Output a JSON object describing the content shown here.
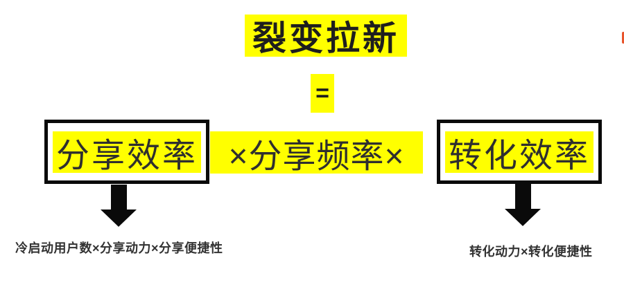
{
  "title": {
    "text": "裂变拉新"
  },
  "equals": {
    "text": "="
  },
  "formula": {
    "left_term": "分享效率",
    "middle_term": "×分享频率×",
    "right_term": "转化效率"
  },
  "breakdown": {
    "left_label": "冷启动用户数×分享动力×分享便捷性",
    "right_label": "转化动力×转化便捷性"
  },
  "colors": {
    "highlight": "#FFFF00",
    "text_dark": "#2F2F2F",
    "title_color": "#1E1E1E",
    "ink": "#0A0A0A",
    "edge_mark": "#E8542C"
  }
}
